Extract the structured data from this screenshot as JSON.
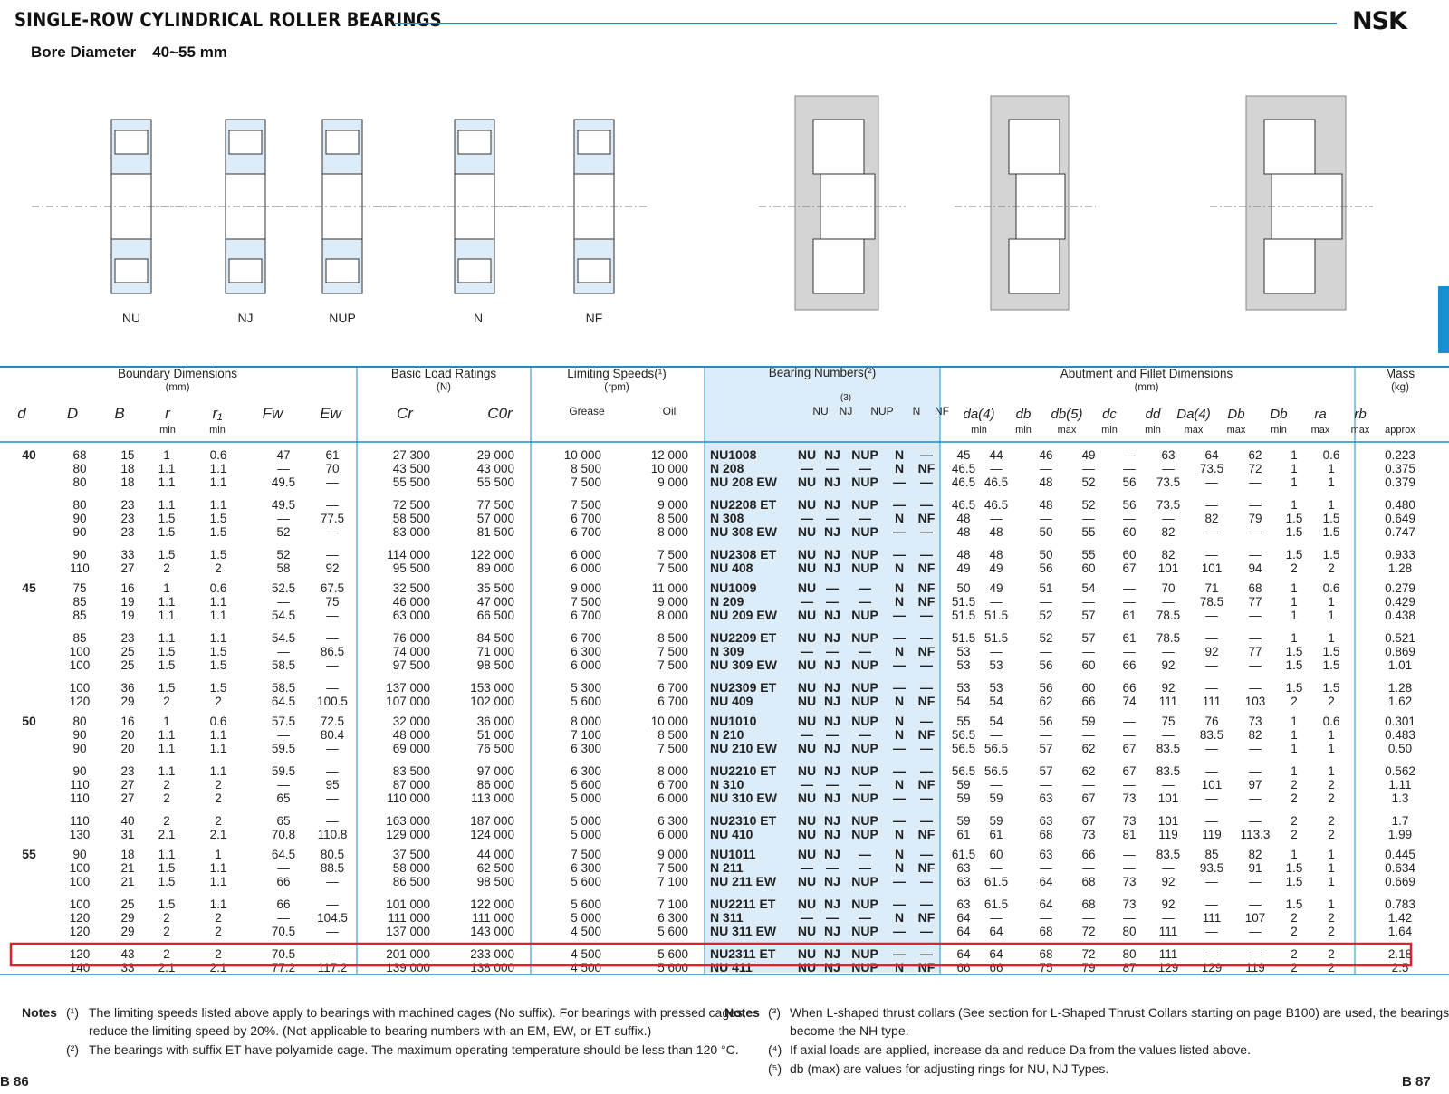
{
  "header": {
    "title": "SINGLE-ROW CYLINDRICAL ROLLER BEARINGS",
    "brand": "NSK",
    "subtitle_label": "Bore Diameter",
    "subtitle_value": "40~55 mm"
  },
  "diagram_labels": [
    "NU",
    "NJ",
    "NUP",
    "N",
    "NF"
  ],
  "table_headers": {
    "group_boundary": "Boundary Dimensions",
    "group_boundary_unit": "(mm)",
    "group_load": "Basic Load Ratings",
    "group_load_unit": "(N)",
    "group_speed": "Limiting Speeds(¹)",
    "group_speed_unit": "(rpm)",
    "group_bearing": "Bearing Numbers(²)",
    "group_abutment": "Abutment and Fillet Dimensions",
    "group_abutment_unit": "(mm)",
    "group_mass": "Mass",
    "group_mass_unit": "(kg)",
    "cols_boundary": [
      "d",
      "D",
      "B",
      "r",
      "r₁",
      "Fw",
      "Ew"
    ],
    "cols_boundary_sub": [
      "",
      "",
      "",
      "min",
      "min",
      "",
      ""
    ],
    "cols_load": [
      "Cr",
      "C0r"
    ],
    "cols_speed": [
      "Grease",
      "Oil"
    ],
    "cols_bearing_note": "(3)",
    "cols_bearing": [
      "NU",
      "NJ",
      "NUP",
      "N",
      "NF"
    ],
    "cols_abutment": [
      "da(4)",
      "db",
      "db(5)",
      "dc",
      "dd",
      "Da(4)",
      "Db",
      "Db",
      "ra",
      "rb"
    ],
    "cols_abutment_sub": [
      "min",
      "min",
      "max",
      "min",
      "min",
      "max",
      "max",
      "min",
      "max",
      "max"
    ],
    "col_mass_sub": "approx"
  },
  "groups": [
    {
      "d": "40",
      "rows": [
        [
          "68",
          "15",
          "1",
          "0.6",
          "47",
          "61",
          "27 300",
          "29 000",
          "10 000",
          "12 000",
          "NU1008",
          "NU",
          "NJ",
          "NUP",
          "N",
          "—",
          "45",
          "44",
          "46",
          "49",
          "—",
          "63",
          "64",
          "62",
          "1",
          "0.6",
          "0.223"
        ],
        [
          "80",
          "18",
          "1.1",
          "1.1",
          "—",
          "70",
          "43 500",
          "43 000",
          "8 500",
          "10 000",
          "N 208",
          "—",
          "—",
          "—",
          "N",
          "NF",
          "46.5",
          "—",
          "—",
          "—",
          "—",
          "—",
          "73.5",
          "72",
          "1",
          "1",
          "0.375"
        ],
        [
          "80",
          "18",
          "1.1",
          "1.1",
          "49.5",
          "—",
          "55 500",
          "55 500",
          "7 500",
          "9 000",
          "NU 208 EW",
          "NU",
          "NJ",
          "NUP",
          "—",
          "—",
          "46.5",
          "46.5",
          "48",
          "52",
          "56",
          "73.5",
          "—",
          "—",
          "1",
          "1",
          "0.379"
        ],
        [
          "80",
          "23",
          "1.1",
          "1.1",
          "49.5",
          "—",
          "72 500",
          "77 500",
          "7 500",
          "9 000",
          "NU2208 ET",
          "NU",
          "NJ",
          "NUP",
          "—",
          "—",
          "46.5",
          "46.5",
          "48",
          "52",
          "56",
          "73.5",
          "—",
          "—",
          "1",
          "1",
          "0.480"
        ],
        [
          "90",
          "23",
          "1.5",
          "1.5",
          "—",
          "77.5",
          "58 500",
          "57 000",
          "6 700",
          "8 500",
          "N 308",
          "—",
          "—",
          "—",
          "N",
          "NF",
          "48",
          "—",
          "—",
          "—",
          "—",
          "—",
          "82",
          "79",
          "1.5",
          "1.5",
          "0.649"
        ],
        [
          "90",
          "23",
          "1.5",
          "1.5",
          "52",
          "—",
          "83 000",
          "81 500",
          "6 700",
          "8 000",
          "NU 308 EW",
          "NU",
          "NJ",
          "NUP",
          "—",
          "—",
          "48",
          "48",
          "50",
          "55",
          "60",
          "82",
          "—",
          "—",
          "1.5",
          "1.5",
          "0.747"
        ],
        [
          "90",
          "33",
          "1.5",
          "1.5",
          "52",
          "—",
          "114 000",
          "122 000",
          "6 000",
          "7 500",
          "NU2308 ET",
          "NU",
          "NJ",
          "NUP",
          "—",
          "—",
          "48",
          "48",
          "50",
          "55",
          "60",
          "82",
          "—",
          "—",
          "1.5",
          "1.5",
          "0.933"
        ],
        [
          "110",
          "27",
          "2",
          "2",
          "58",
          "92",
          "95 500",
          "89 000",
          "6 000",
          "7 500",
          "NU 408",
          "NU",
          "NJ",
          "NUP",
          "N",
          "NF",
          "49",
          "49",
          "56",
          "60",
          "67",
          "101",
          "101",
          "94",
          "2",
          "2",
          "1.28"
        ]
      ]
    },
    {
      "d": "45",
      "rows": [
        [
          "75",
          "16",
          "1",
          "0.6",
          "52.5",
          "67.5",
          "32 500",
          "35 500",
          "9 000",
          "11 000",
          "NU1009",
          "NU",
          "—",
          "—",
          "N",
          "NF",
          "50",
          "49",
          "51",
          "54",
          "—",
          "70",
          "71",
          "68",
          "1",
          "0.6",
          "0.279"
        ],
        [
          "85",
          "19",
          "1.1",
          "1.1",
          "—",
          "75",
          "46 000",
          "47 000",
          "7 500",
          "9 000",
          "N 209",
          "—",
          "—",
          "—",
          "N",
          "NF",
          "51.5",
          "—",
          "—",
          "—",
          "—",
          "—",
          "78.5",
          "77",
          "1",
          "1",
          "0.429"
        ],
        [
          "85",
          "19",
          "1.1",
          "1.1",
          "54.5",
          "—",
          "63 000",
          "66 500",
          "6 700",
          "8 000",
          "NU 209 EW",
          "NU",
          "NJ",
          "NUP",
          "—",
          "—",
          "51.5",
          "51.5",
          "52",
          "57",
          "61",
          "78.5",
          "—",
          "—",
          "1",
          "1",
          "0.438"
        ],
        [
          "85",
          "23",
          "1.1",
          "1.1",
          "54.5",
          "—",
          "76 000",
          "84 500",
          "6 700",
          "8 500",
          "NU2209 ET",
          "NU",
          "NJ",
          "NUP",
          "—",
          "—",
          "51.5",
          "51.5",
          "52",
          "57",
          "61",
          "78.5",
          "—",
          "—",
          "1",
          "1",
          "0.521"
        ],
        [
          "100",
          "25",
          "1.5",
          "1.5",
          "—",
          "86.5",
          "74 000",
          "71 000",
          "6 300",
          "7 500",
          "N 309",
          "—",
          "—",
          "—",
          "N",
          "NF",
          "53",
          "—",
          "—",
          "—",
          "—",
          "—",
          "92",
          "77",
          "1.5",
          "1.5",
          "0.869"
        ],
        [
          "100",
          "25",
          "1.5",
          "1.5",
          "58.5",
          "—",
          "97 500",
          "98 500",
          "6 000",
          "7 500",
          "NU 309 EW",
          "NU",
          "NJ",
          "NUP",
          "—",
          "—",
          "53",
          "53",
          "56",
          "60",
          "66",
          "92",
          "—",
          "—",
          "1.5",
          "1.5",
          "1.01"
        ],
        [
          "100",
          "36",
          "1.5",
          "1.5",
          "58.5",
          "—",
          "137 000",
          "153 000",
          "5 300",
          "6 700",
          "NU2309 ET",
          "NU",
          "NJ",
          "NUP",
          "—",
          "—",
          "53",
          "53",
          "56",
          "60",
          "66",
          "92",
          "—",
          "—",
          "1.5",
          "1.5",
          "1.28"
        ],
        [
          "120",
          "29",
          "2",
          "2",
          "64.5",
          "100.5",
          "107 000",
          "102 000",
          "5 600",
          "6 700",
          "NU 409",
          "NU",
          "NJ",
          "NUP",
          "N",
          "NF",
          "54",
          "54",
          "62",
          "66",
          "74",
          "111",
          "111",
          "103",
          "2",
          "2",
          "1.62"
        ]
      ]
    },
    {
      "d": "50",
      "rows": [
        [
          "80",
          "16",
          "1",
          "0.6",
          "57.5",
          "72.5",
          "32 000",
          "36 000",
          "8 000",
          "10 000",
          "NU1010",
          "NU",
          "NJ",
          "NUP",
          "N",
          "—",
          "55",
          "54",
          "56",
          "59",
          "—",
          "75",
          "76",
          "73",
          "1",
          "0.6",
          "0.301"
        ],
        [
          "90",
          "20",
          "1.1",
          "1.1",
          "—",
          "80.4",
          "48 000",
          "51 000",
          "7 100",
          "8 500",
          "N 210",
          "—",
          "—",
          "—",
          "N",
          "NF",
          "56.5",
          "—",
          "—",
          "—",
          "—",
          "—",
          "83.5",
          "82",
          "1",
          "1",
          "0.483"
        ],
        [
          "90",
          "20",
          "1.1",
          "1.1",
          "59.5",
          "—",
          "69 000",
          "76 500",
          "6 300",
          "7 500",
          "NU 210 EW",
          "NU",
          "NJ",
          "NUP",
          "—",
          "—",
          "56.5",
          "56.5",
          "57",
          "62",
          "67",
          "83.5",
          "—",
          "—",
          "1",
          "1",
          "0.50"
        ],
        [
          "90",
          "23",
          "1.1",
          "1.1",
          "59.5",
          "—",
          "83 500",
          "97 000",
          "6 300",
          "8 000",
          "NU2210 ET",
          "NU",
          "NJ",
          "NUP",
          "—",
          "—",
          "56.5",
          "56.5",
          "57",
          "62",
          "67",
          "83.5",
          "—",
          "—",
          "1",
          "1",
          "0.562"
        ],
        [
          "110",
          "27",
          "2",
          "2",
          "—",
          "95",
          "87 000",
          "86 000",
          "5 600",
          "6 700",
          "N 310",
          "—",
          "—",
          "—",
          "N",
          "NF",
          "59",
          "—",
          "—",
          "—",
          "—",
          "—",
          "101",
          "97",
          "2",
          "2",
          "1.11"
        ],
        [
          "110",
          "27",
          "2",
          "2",
          "65",
          "—",
          "110 000",
          "113 000",
          "5 000",
          "6 000",
          "NU 310 EW",
          "NU",
          "NJ",
          "NUP",
          "—",
          "—",
          "59",
          "59",
          "63",
          "67",
          "73",
          "101",
          "—",
          "—",
          "2",
          "2",
          "1.3"
        ],
        [
          "110",
          "40",
          "2",
          "2",
          "65",
          "—",
          "163 000",
          "187 000",
          "5 000",
          "6 300",
          "NU2310 ET",
          "NU",
          "NJ",
          "NUP",
          "—",
          "—",
          "59",
          "59",
          "63",
          "67",
          "73",
          "101",
          "—",
          "—",
          "2",
          "2",
          "1.7"
        ],
        [
          "130",
          "31",
          "2.1",
          "2.1",
          "70.8",
          "110.8",
          "129 000",
          "124 000",
          "5 000",
          "6 000",
          "NU 410",
          "NU",
          "NJ",
          "NUP",
          "N",
          "NF",
          "61",
          "61",
          "68",
          "73",
          "81",
          "119",
          "119",
          "113.3",
          "2",
          "2",
          "1.99"
        ]
      ]
    },
    {
      "d": "55",
      "rows": [
        [
          "90",
          "18",
          "1.1",
          "1",
          "64.5",
          "80.5",
          "37 500",
          "44 000",
          "7 500",
          "9 000",
          "NU1011",
          "NU",
          "NJ",
          "—",
          "N",
          "—",
          "61.5",
          "60",
          "63",
          "66",
          "—",
          "83.5",
          "85",
          "82",
          "1",
          "1",
          "0.445"
        ],
        [
          "100",
          "21",
          "1.5",
          "1.1",
          "—",
          "88.5",
          "58 000",
          "62 500",
          "6 300",
          "7 500",
          "N 211",
          "—",
          "—",
          "—",
          "N",
          "NF",
          "63",
          "—",
          "—",
          "—",
          "—",
          "—",
          "93.5",
          "91",
          "1.5",
          "1",
          "0.634"
        ],
        [
          "100",
          "21",
          "1.5",
          "1.1",
          "66",
          "—",
          "86 500",
          "98 500",
          "5 600",
          "7 100",
          "NU 211 EW",
          "NU",
          "NJ",
          "NUP",
          "—",
          "—",
          "63",
          "61.5",
          "64",
          "68",
          "73",
          "92",
          "—",
          "—",
          "1.5",
          "1",
          "0.669"
        ],
        [
          "100",
          "25",
          "1.5",
          "1.1",
          "66",
          "—",
          "101 000",
          "122 000",
          "5 600",
          "7 100",
          "NU2211 ET",
          "NU",
          "NJ",
          "NUP",
          "—",
          "—",
          "63",
          "61.5",
          "64",
          "68",
          "73",
          "92",
          "—",
          "—",
          "1.5",
          "1",
          "0.783"
        ],
        [
          "120",
          "29",
          "2",
          "2",
          "—",
          "104.5",
          "111 000",
          "111 000",
          "5 000",
          "6 300",
          "N 311",
          "—",
          "—",
          "—",
          "N",
          "NF",
          "64",
          "—",
          "—",
          "—",
          "—",
          "—",
          "111",
          "107",
          "2",
          "2",
          "1.42"
        ],
        [
          "120",
          "29",
          "2",
          "2",
          "70.5",
          "—",
          "137 000",
          "143 000",
          "4 500",
          "5 600",
          "NU 311 EW",
          "NU",
          "NJ",
          "NUP",
          "—",
          "—",
          "64",
          "64",
          "68",
          "72",
          "80",
          "111",
          "—",
          "—",
          "2",
          "2",
          "1.64"
        ],
        [
          "120",
          "43",
          "2",
          "2",
          "70.5",
          "—",
          "201 000",
          "233 000",
          "4 500",
          "5 600",
          "NU2311 ET",
          "NU",
          "NJ",
          "NUP",
          "—",
          "—",
          "64",
          "64",
          "68",
          "72",
          "80",
          "111",
          "—",
          "—",
          "2",
          "2",
          "2.18"
        ],
        [
          "140",
          "33",
          "2.1",
          "2.1",
          "77.2",
          "117.2",
          "139 000",
          "138 000",
          "4 500",
          "5 600",
          "NU 411",
          "NU",
          "NJ",
          "NUP",
          "N",
          "NF",
          "66",
          "66",
          "75",
          "79",
          "87",
          "129",
          "129",
          "119",
          "2",
          "2",
          "2.5"
        ]
      ]
    }
  ],
  "notes_left": {
    "label": "Notes",
    "n1_mark": "(¹)",
    "n1_line1": "The limiting speeds listed above apply to bearings with machined cages (No suffix). For bearings with pressed cages,",
    "n1_line2": "reduce the limiting speed by 20%. (Not applicable to bearing numbers with an EM, EW, or ET suffix.)",
    "n2_mark": "(²)",
    "n2_line1": "The bearings with suffix ET have polyamide cage. The maximum operating temperature should be less than 120 °C."
  },
  "notes_right": {
    "label": "Notes",
    "n3_mark": "(³)",
    "n3_line1": "When L-shaped thrust collars (See section for L-Shaped Thrust Collars starting on page B100) are used, the bearings",
    "n3_line2": "become the NH type.",
    "n4_mark": "(⁴)",
    "n4_line1": "If axial loads are applied, increase da and reduce Da from the values listed above.",
    "n5_mark": "(⁵)",
    "n5_line1": "db (max) are values for adjusting rings for NU, NJ Types."
  },
  "pages": {
    "left": "B 86",
    "right": "B 87"
  },
  "colors": {
    "accent": "#1a8fd0",
    "bearing_bg": "#dcecf8",
    "highlight": "#e0202a"
  }
}
